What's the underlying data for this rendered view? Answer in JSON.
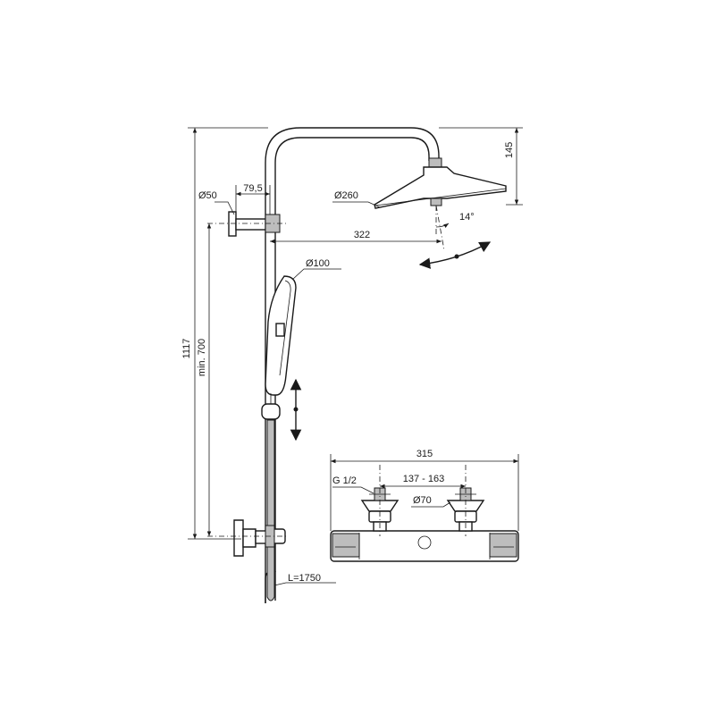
{
  "dimensions": {
    "total_height": "1117",
    "min_height": "min. 700",
    "wall_bracket_diameter": "Ø50",
    "bracket_offset": "79,5",
    "head_diameter": "Ø260",
    "arm_reach": "322",
    "head_drop": "145",
    "tilt_angle": "14°",
    "hand_shower_diameter": "Ø100",
    "hose_length": "L=1750",
    "mixer_width": "315",
    "connection_thread": "G 1/2",
    "centers": "137 - 163",
    "escutcheon_diameter": "Ø70"
  },
  "colors": {
    "line": "#1a1a1a",
    "fill_grey": "#bdbdbd",
    "background": "#ffffff"
  }
}
